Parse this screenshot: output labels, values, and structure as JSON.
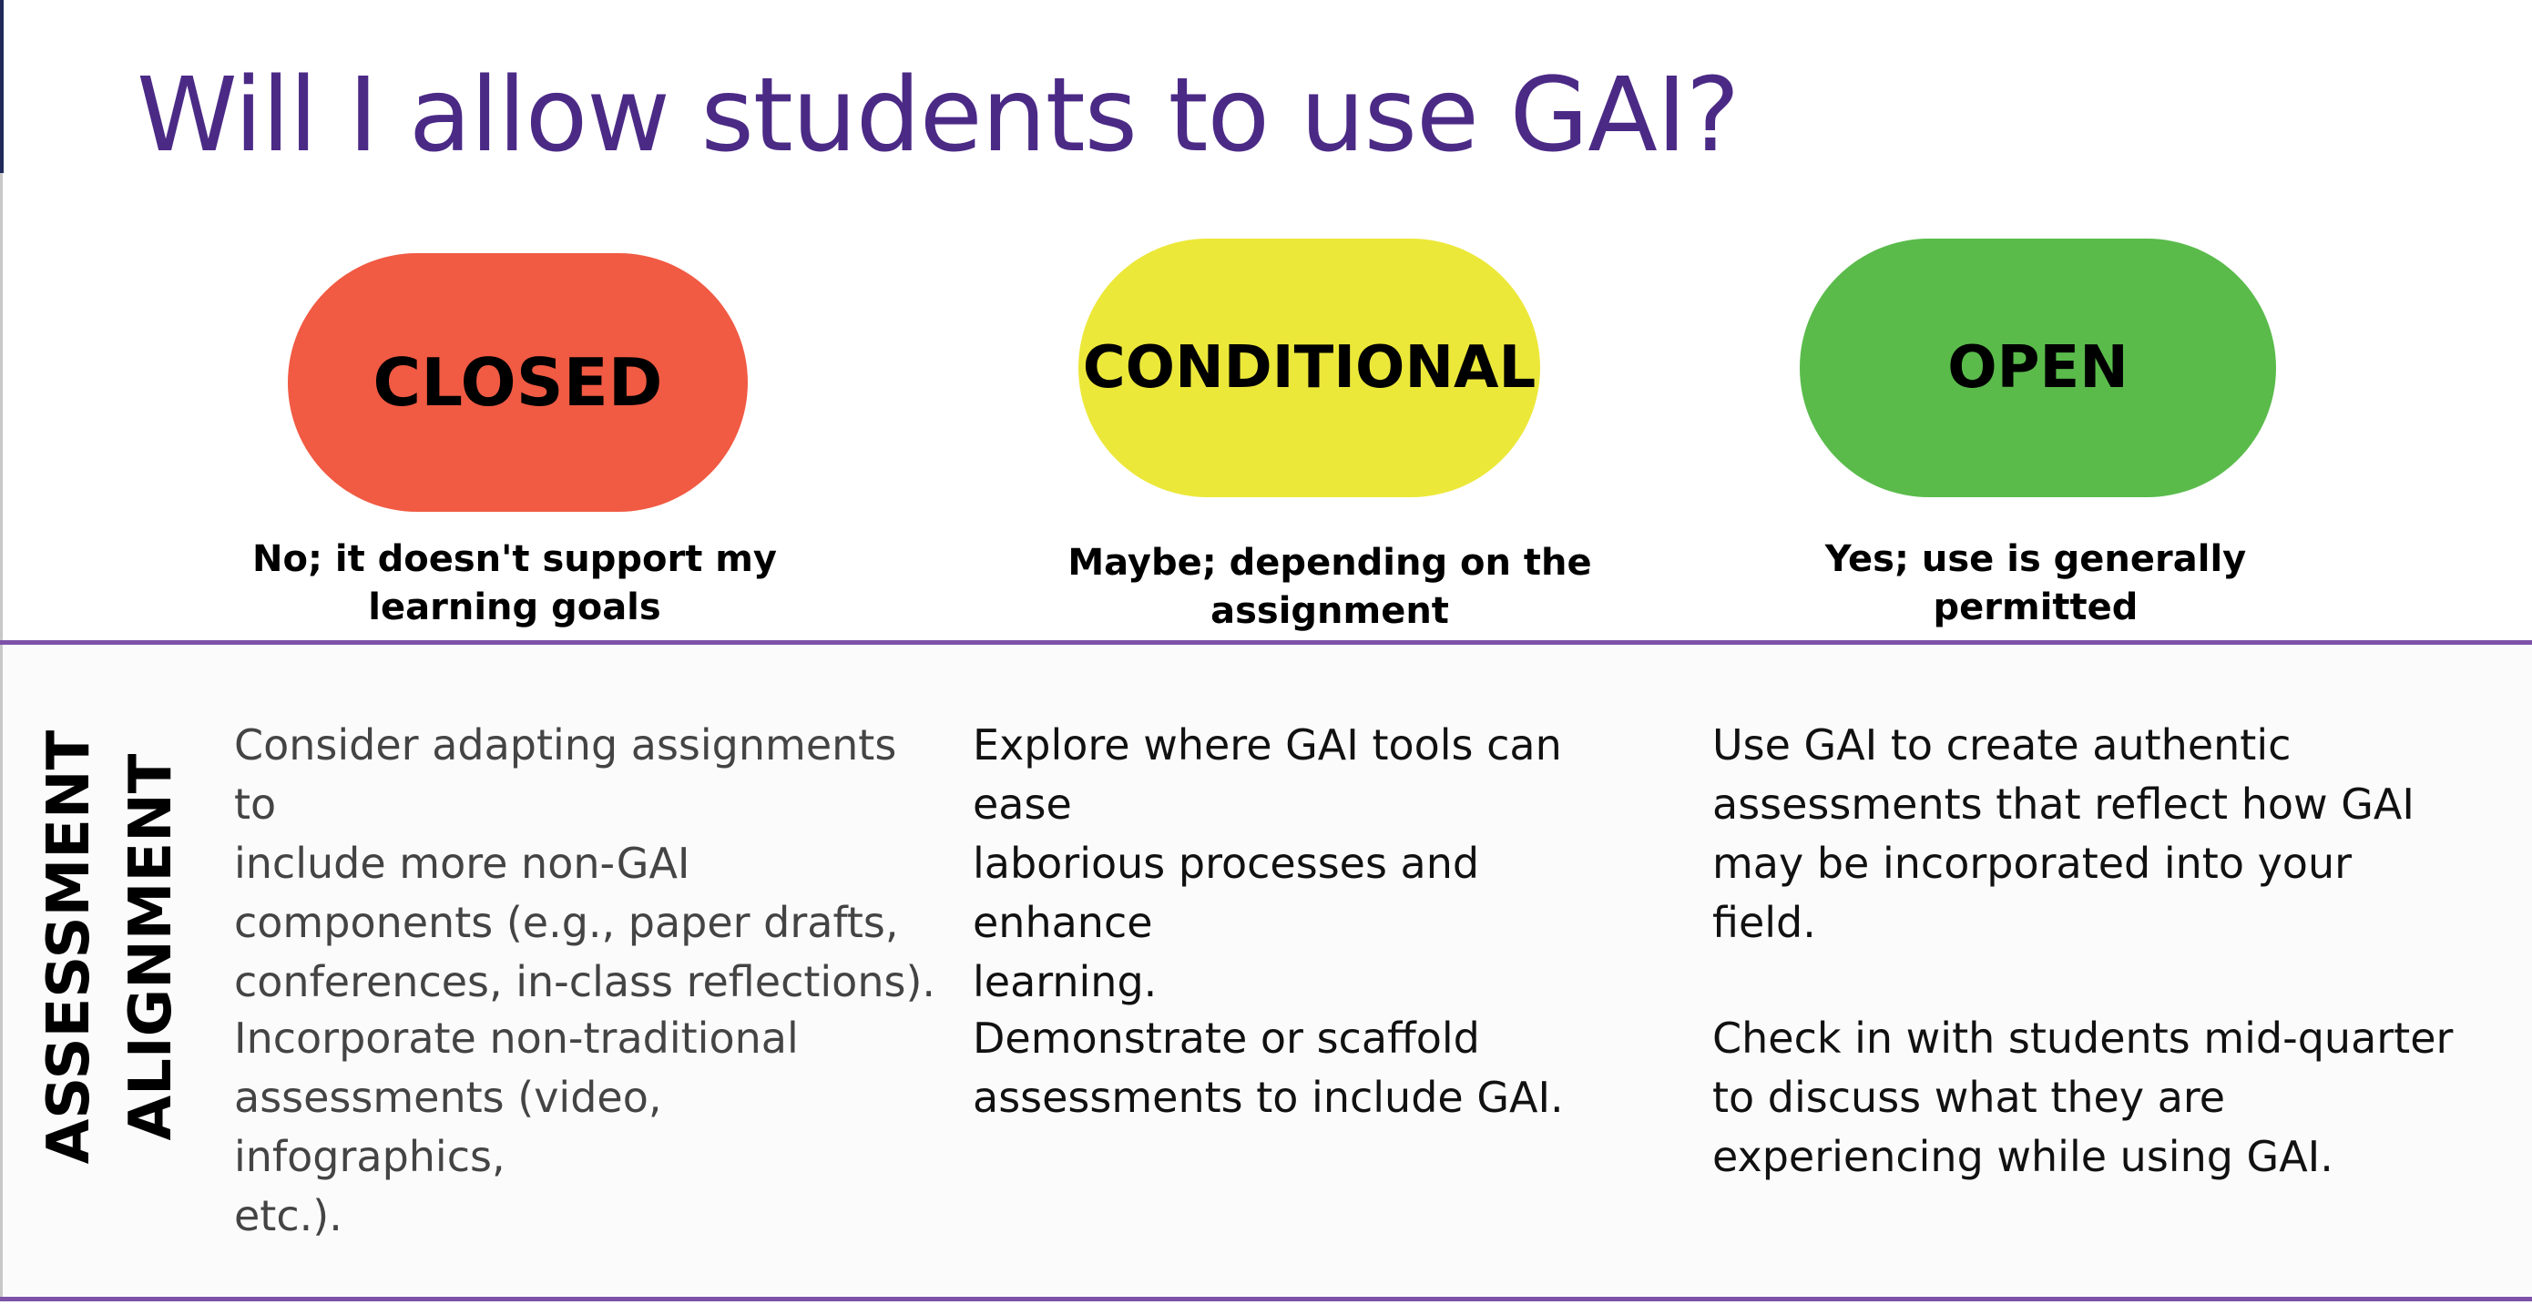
{
  "title": "Will I allow students to use GAI?",
  "colors": {
    "title": "#4b2a86",
    "closed": "#f15a43",
    "conditional": "#ece83a",
    "open": "#5abb4b",
    "divider": "#7d52a8"
  },
  "levels": [
    {
      "label": "CLOSED",
      "subtitle_lines": [
        "No; it doesn't support my",
        "learning goals"
      ]
    },
    {
      "label": "CONDITIONAL",
      "subtitle_lines": [
        "Maybe; depending on the",
        "assignment"
      ]
    },
    {
      "label": "OPEN",
      "subtitle_lines": [
        "Yes; use is generally",
        "permitted"
      ]
    }
  ],
  "section_label_lines": [
    "ASSESSMENT",
    "ALIGNMENT"
  ],
  "recommendations": {
    "closed": [
      [
        "Consider adapting assignments to",
        "include more non-GAI",
        "components (e.g., paper drafts,",
        "conferences, in-class reflections)."
      ],
      [
        "Incorporate non-traditional",
        "assessments (video, infographics,",
        "etc.)."
      ]
    ],
    "conditional": [
      [
        "Explore where GAI tools can ease",
        "laborious processes and enhance",
        "learning."
      ],
      [
        "Demonstrate or scaffold",
        "assessments to include GAI."
      ]
    ],
    "open": [
      [
        "Use GAI to create authentic",
        "assessments that reflect how GAI",
        "may be incorporated into your field."
      ],
      [
        "Check in with students mid-quarter",
        "to discuss what they are",
        "experiencing while using GAI."
      ]
    ]
  }
}
